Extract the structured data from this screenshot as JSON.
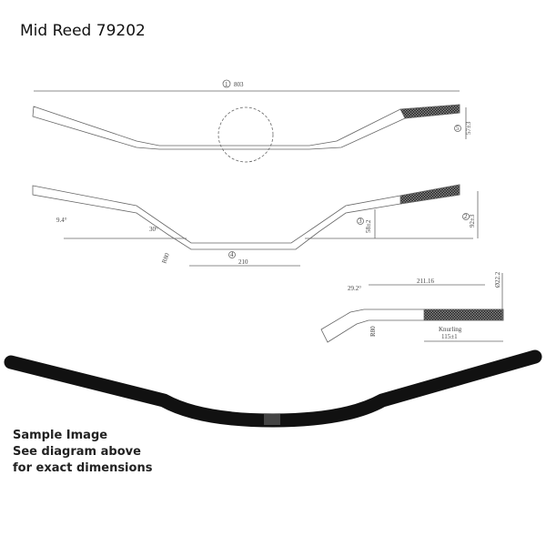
{
  "title": "Mid Reed 79202",
  "note": [
    "Sample Image",
    "See diagram above",
    "for exact dimensions"
  ],
  "top_view": {
    "width_label": "803",
    "width_num": "1",
    "rise_label": "57±3",
    "rise_num": "5"
  },
  "side_view": {
    "angle_sweep": "9.4°",
    "angle_bend": "30°",
    "radius": "R80",
    "center_width": "210",
    "center_num": "4",
    "rise_inner": "58±2",
    "rise_inner_num": "3",
    "rise_total": "92±3",
    "rise_total_num": "2"
  },
  "detail_view": {
    "angle": "29.2°",
    "length": "211.16",
    "diameter": "Ø22.2",
    "radius": "R80",
    "knurling_label": "Knurling",
    "knurling_length": "115±1"
  },
  "colors": {
    "line": "#555555",
    "bar": "#111111"
  }
}
